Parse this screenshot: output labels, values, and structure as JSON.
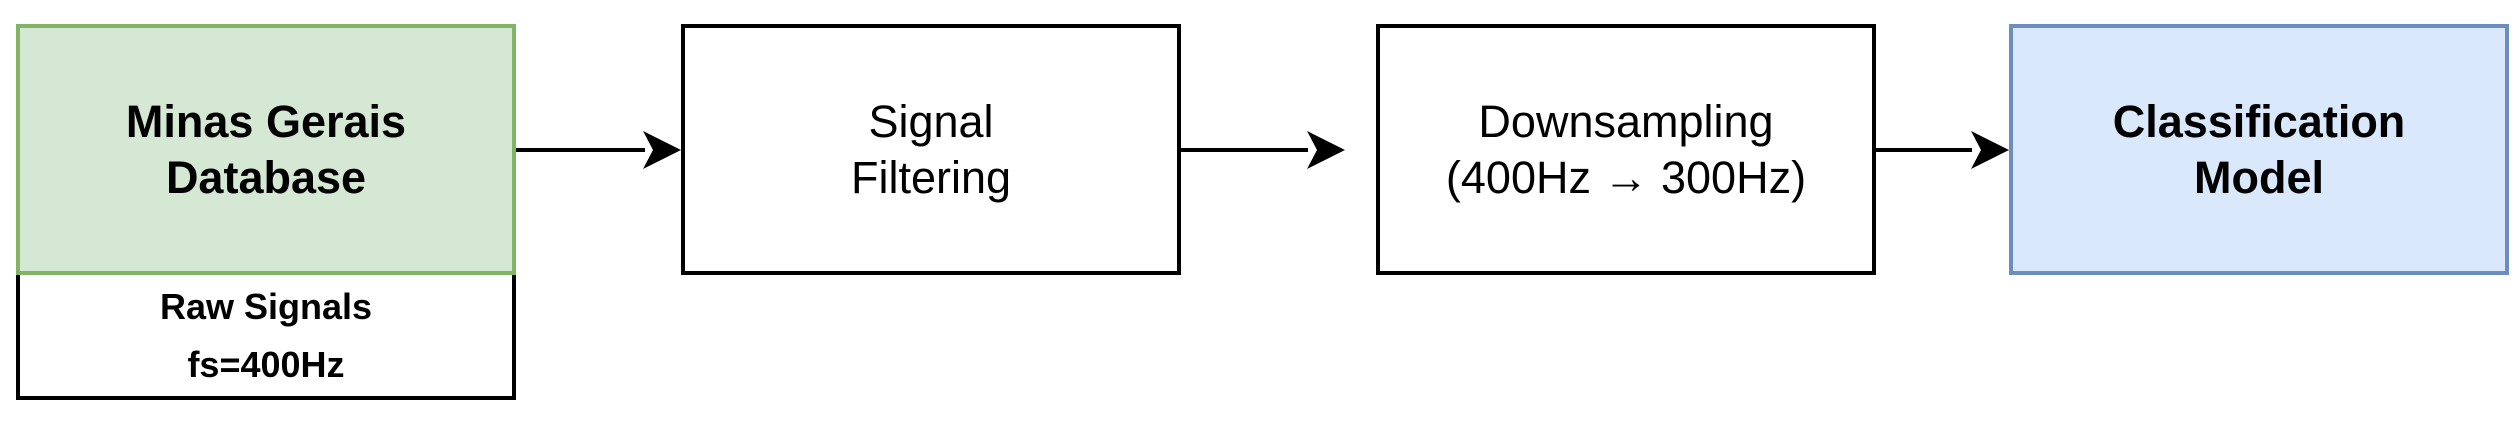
{
  "nodes": {
    "database": {
      "line1": "Minas Gerais",
      "line2": "Database"
    },
    "raw_signals": {
      "line1": "Raw Signals",
      "line2": "fs=400Hz"
    },
    "filtering": {
      "line1": "Signal",
      "line2": "Filtering"
    },
    "downsampling": {
      "line1": "Downsampling",
      "line2": "(400Hz → 300Hz)"
    },
    "model": {
      "line1": "Classification",
      "line2": "Model"
    }
  },
  "colors": {
    "database_fill": "#d5e8d4",
    "database_border": "#82b366",
    "model_fill": "#dae8fc",
    "model_border": "#6c8ebf",
    "stroke": "#000000"
  }
}
